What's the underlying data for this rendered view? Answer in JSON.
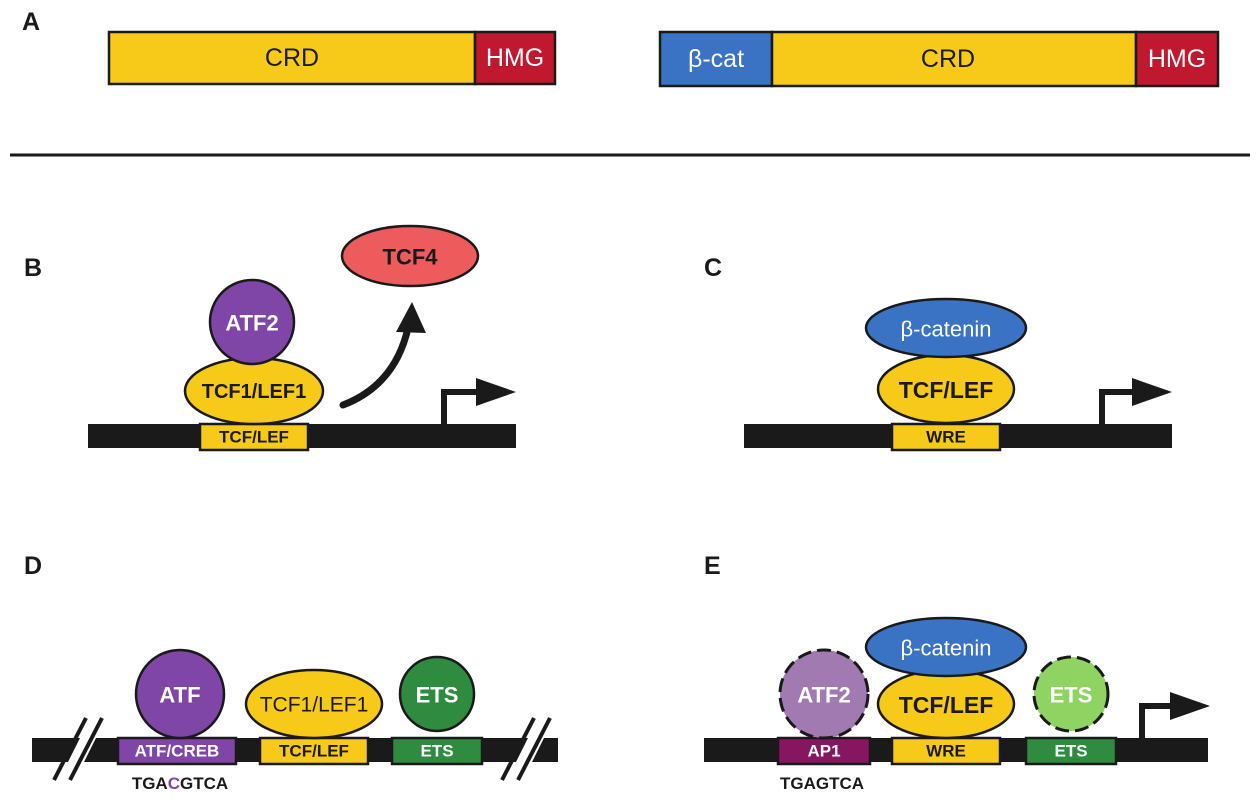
{
  "panels": {
    "a": {
      "letter": "A",
      "bar_left": {
        "crd": "CRD",
        "hmg": "HMG"
      },
      "bar_right": {
        "bcat": "β-cat",
        "crd": "CRD",
        "hmg": "HMG"
      }
    },
    "b": {
      "letter": "B",
      "tcf4": "TCF4",
      "atf2": "ATF2",
      "tcf1_lef1": "TCF1/LEF1",
      "site": "TCF/LEF"
    },
    "c": {
      "letter": "C",
      "beta_catenin": "β-catenin",
      "tcf_lef": "TCF/LEF",
      "site": "WRE"
    },
    "d": {
      "letter": "D",
      "atf": "ATF",
      "tcf1_lef1": "TCF1/LEF1",
      "ets": "ETS",
      "site_atf": "ATF/CREB",
      "site_tcf": "TCF/LEF",
      "site_ets": "ETS",
      "seq_pre": "TGA",
      "seq_mid": "C",
      "seq_post": "GTCA"
    },
    "e": {
      "letter": "E",
      "atf2": "ATF2",
      "beta_catenin": "β-catenin",
      "tcf_lef": "TCF/LEF",
      "ets": "ETS",
      "site_ap1": "AP1",
      "site_wre": "WRE",
      "site_ets": "ETS",
      "seq": "TGAGTCA"
    }
  },
  "colors": {
    "crd": "#f7c918",
    "hmg": "#c0192f",
    "bcat": "#3a73c4",
    "tcf4": "#ee5b5d",
    "atf": "#7f46a8",
    "atf2_light": "#a07ab0",
    "ets": "#2f8b3f",
    "ets_light": "#8fd462",
    "ap1": "#86165f",
    "dna": "#1a1a1a",
    "seq_highlight": "#7f46a8"
  }
}
